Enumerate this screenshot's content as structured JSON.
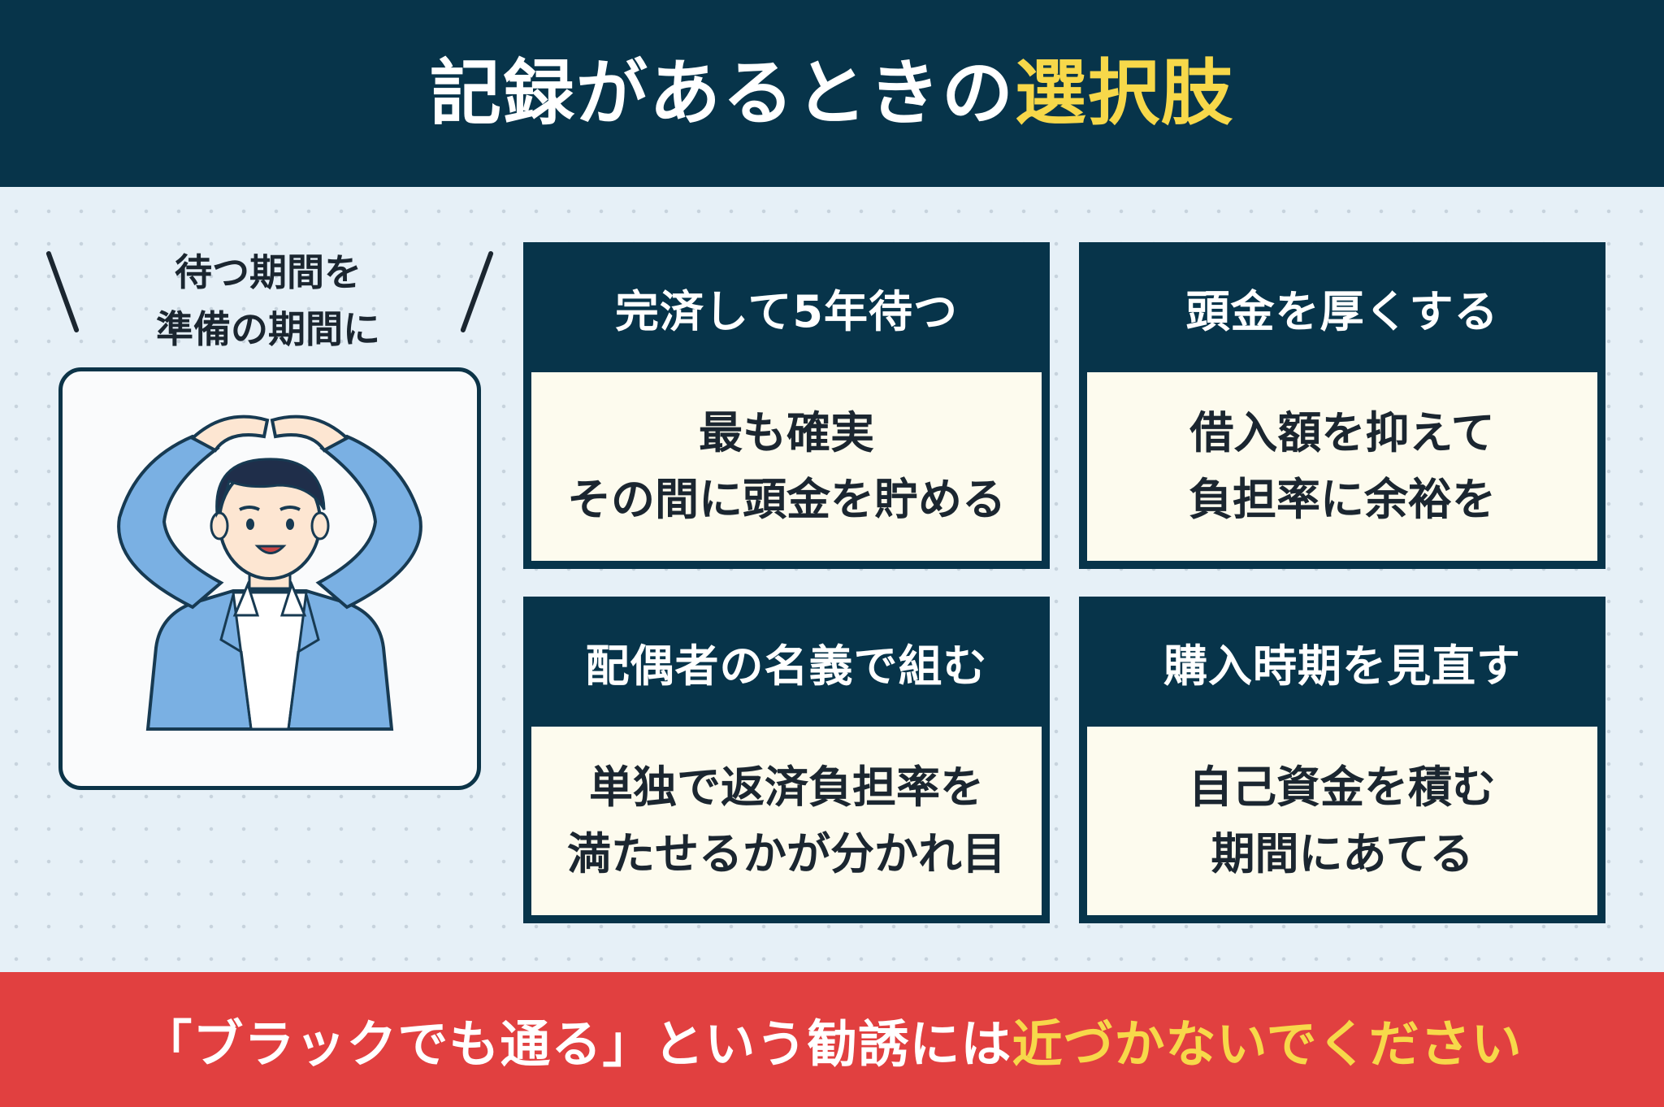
{
  "header": {
    "title_main": "記録があるときの",
    "title_highlight": "選択肢"
  },
  "left_panel": {
    "caption_line1": "待つ期間を",
    "caption_line2": "準備の期間に",
    "illustration": "businessman-making-circle-with-arms"
  },
  "cards": [
    {
      "title": "完済して5年待つ",
      "line1": "最も確実",
      "line2": "その間に頭金を貯める"
    },
    {
      "title": "頭金を厚くする",
      "line1": "借入額を抑えて",
      "line2": "負担率に余裕を"
    },
    {
      "title": "配偶者の名義で組む",
      "line1": "単独で返済負担率を",
      "line2": "満たせるかが分かれ目"
    },
    {
      "title": "購入時期を見直す",
      "line1": "自己資金を積む",
      "line2": "期間にあてる"
    }
  ],
  "footer": {
    "text_main": "「ブラックでも通る」という勧誘には",
    "text_highlight": "近づかないでください"
  },
  "colors": {
    "navy": "#07344a",
    "accent_yellow": "#f7d84a",
    "warning_red": "#e14040",
    "card_body": "#fdfbee",
    "background": "#e6f0f7"
  }
}
